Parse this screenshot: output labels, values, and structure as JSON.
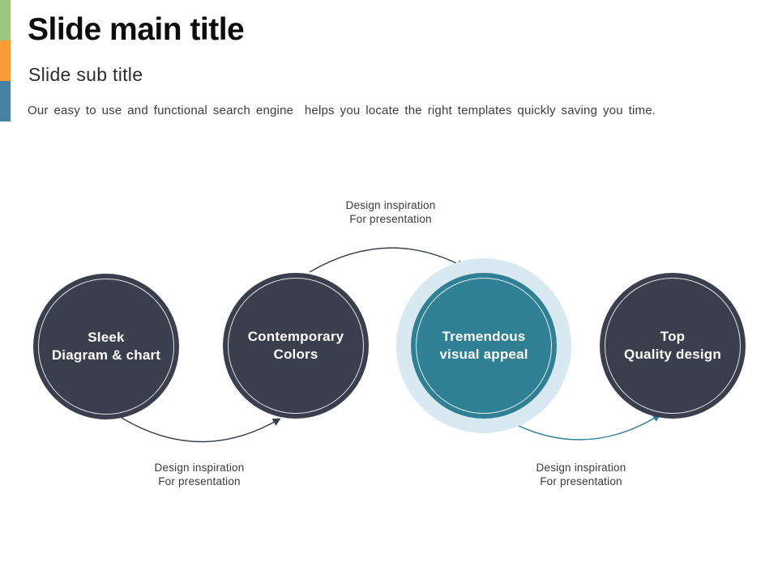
{
  "slide": {
    "title": "Slide main title",
    "subtitle": "Slide sub title",
    "description": "Our easy to use and functional search engine  helps you locate the right templates quickly saving you time."
  },
  "accent_bar": {
    "segments": [
      {
        "name": "green",
        "color": "#9CC77E"
      },
      {
        "name": "orange",
        "color": "#F89C35"
      },
      {
        "name": "blue",
        "color": "#4682A0"
      }
    ]
  },
  "diagram": {
    "nodes": [
      {
        "line1": "Sleek",
        "line2": "Diagram & chart",
        "highlighted": false
      },
      {
        "line1": "Contemporary",
        "line2": "Colors",
        "highlighted": false
      },
      {
        "line1": "Tremendous",
        "line2": "visual appeal",
        "highlighted": true
      },
      {
        "line1": "Top",
        "line2": "Quality design",
        "highlighted": false
      }
    ],
    "connector_labels": [
      {
        "position": "top",
        "line1": "Design inspiration",
        "line2": "For presentation"
      },
      {
        "position": "bottom-left",
        "line1": "Design inspiration",
        "line2": "For presentation"
      },
      {
        "position": "bottom-right",
        "line1": "Design inspiration",
        "line2": "For presentation"
      }
    ]
  },
  "colors": {
    "accent-green": "#9CC77E",
    "accent-orange": "#F89C35",
    "accent-blue": "#4682A0",
    "node-dark": "#3B3E4D",
    "node-teal": "#2F8094",
    "halo": "#D9E9F1",
    "arrow-dark": "#3B3E4D",
    "arrow-teal": "#2F8094",
    "title-color": "#0D0D0D",
    "body-color": "#3C3C3C"
  }
}
